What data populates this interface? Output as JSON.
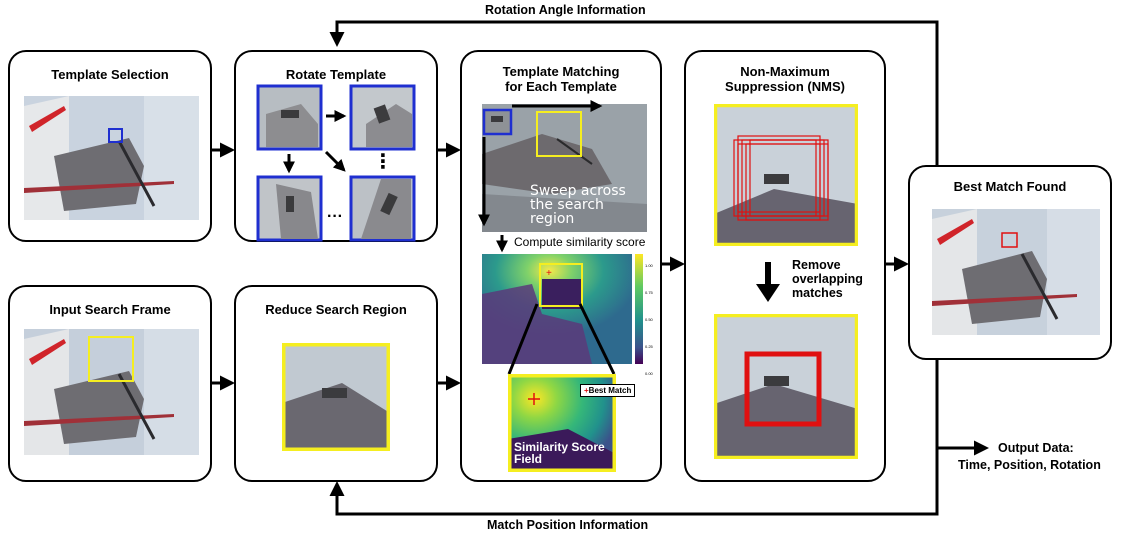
{
  "feedback": {
    "top": "Rotation Angle Information",
    "bottom": "Match Position Information"
  },
  "boxes": {
    "template_selection": "Template Selection",
    "rotate_template": "Rotate Template",
    "template_matching": "Template Matching for Each Template",
    "nms": "Non-Maximum Suppression (NMS)",
    "best_match": "Best Match Found",
    "input_search": "Input Search Frame",
    "reduce_search": "Reduce Search Region"
  },
  "matching": {
    "sweep": "Sweep across the search region",
    "compute": "Compute similarity score",
    "colorbar_ticks": [
      "1.00",
      "0.75",
      "0.50",
      "0.25",
      "0.00"
    ],
    "best_match_legend": "Best Match",
    "field": "Similarity Score Field"
  },
  "nms": {
    "remove": "Remove overlapping matches"
  },
  "rotate": {
    "dots_v": "⋮",
    "dots_h": "···"
  },
  "output": {
    "line1": "Output Data:",
    "line2": "Time, Position, Rotation"
  },
  "colors": {
    "template_box": "#1f2fd0",
    "search_box": "#f5ee20",
    "match_box": "#e01010",
    "sky": "#c8d2de",
    "wing": "#6f6e72"
  }
}
